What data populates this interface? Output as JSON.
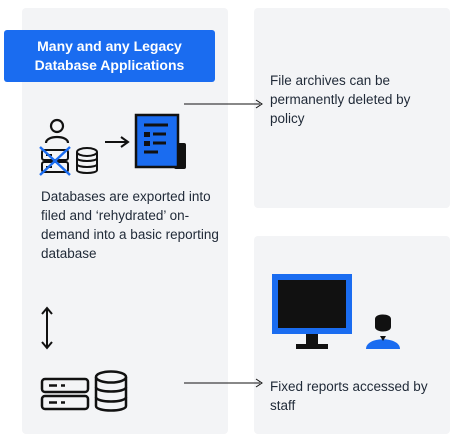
{
  "header": {
    "title_line1": "Many and any Legacy",
    "title_line2": "Database Applications"
  },
  "left": {
    "description": "Databases are exported into filed and ‘rehydrated’ on-demand into a basic reporting database"
  },
  "right_top": {
    "text": "File archives can be permanently deleted by policy"
  },
  "right_bottom": {
    "text": "Fixed reports accessed by staff"
  },
  "colors": {
    "accent": "#1a6cf0",
    "panel": "#f3f4f6",
    "ink": "#111111"
  },
  "icons": [
    "user-icon",
    "server-crossed-icon",
    "database-icon",
    "arrow-right-icon",
    "document-icon",
    "arrow-updown-icon",
    "server-icon",
    "monitor-icon",
    "staff-person-icon"
  ]
}
